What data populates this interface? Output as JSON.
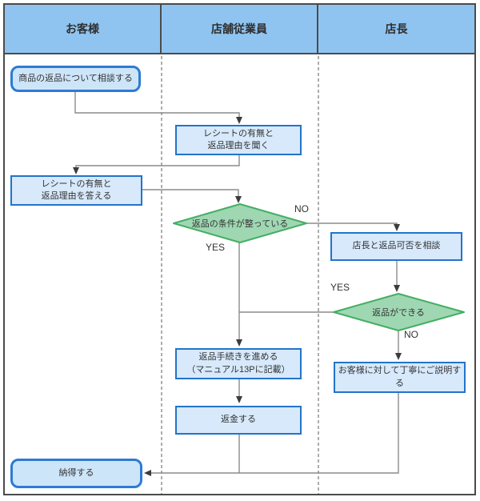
{
  "lanes": [
    {
      "label": "お客様"
    },
    {
      "label": "店舗従業員"
    },
    {
      "label": "店長"
    }
  ],
  "nodes": {
    "start": "商品の返品について相談する",
    "ask_receipt": [
      "レシートの有無と",
      "返品理由を聞く"
    ],
    "answer_receipt": [
      "レシートの有無と",
      "返品理由を答える"
    ],
    "check_conditions": "返品の条件が整っている",
    "consult_manager": "店長と返品可否を相談",
    "can_return": "返品ができる",
    "explain_politely": "お客様に対して丁寧にご説明する",
    "proceed_return": [
      "返品手続きを進める",
      "（マニュアル13Pに記載）"
    ],
    "refund": "返金する",
    "accept": "納得する"
  },
  "edge_labels": {
    "conditions_no": "NO",
    "conditions_yes": "YES",
    "can_return_yes": "YES",
    "can_return_no": "NO"
  },
  "colors": {
    "lane_header_fill": "#8FC4F0",
    "frame_border": "#4B4B4B",
    "process_fill": "#D7E9FB",
    "process_border": "#2374C9",
    "terminal_fill": "#CDE5F9",
    "terminal_border": "#2E7BD2",
    "decision_fill": "#9FD7B3",
    "decision_border": "#44AE63",
    "connector": "#8C8C8C",
    "text": "#333333"
  }
}
